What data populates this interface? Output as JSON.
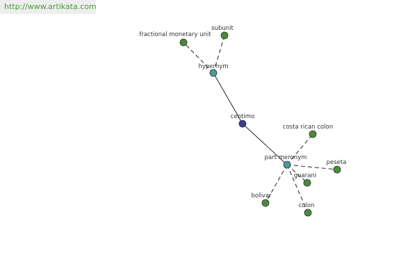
{
  "watermark": "http://www.artikata.com",
  "colors": {
    "center": "#3d3d8f",
    "relation": "#4a9a9a",
    "leaf": "#4a8a3a"
  },
  "nodes": [
    {
      "id": "centimo",
      "label": "centimo",
      "kind": "center"
    },
    {
      "id": "hypernym",
      "label": "hypernym",
      "kind": "relation"
    },
    {
      "id": "part-meronym",
      "label": "part meronym",
      "kind": "relation"
    },
    {
      "id": "fractional-monetary-unit",
      "label": "fractional monetary unit",
      "kind": "leaf"
    },
    {
      "id": "subunit",
      "label": "subunit",
      "kind": "leaf"
    },
    {
      "id": "costa-rican-colon",
      "label": "costa rican colon",
      "kind": "leaf"
    },
    {
      "id": "peseta",
      "label": "peseta",
      "kind": "leaf"
    },
    {
      "id": "guarani",
      "label": "guarani",
      "kind": "leaf"
    },
    {
      "id": "bolivar",
      "label": "bolivar",
      "kind": "leaf"
    },
    {
      "id": "colon",
      "label": "colon",
      "kind": "leaf"
    }
  ],
  "edges": [
    {
      "from": "centimo",
      "to": "hypernym",
      "style": "solid"
    },
    {
      "from": "centimo",
      "to": "part-meronym",
      "style": "solid"
    },
    {
      "from": "hypernym",
      "to": "fractional-monetary-unit",
      "style": "dashed"
    },
    {
      "from": "hypernym",
      "to": "subunit",
      "style": "dashed"
    },
    {
      "from": "part-meronym",
      "to": "costa-rican-colon",
      "style": "dashed"
    },
    {
      "from": "part-meronym",
      "to": "peseta",
      "style": "dashed"
    },
    {
      "from": "part-meronym",
      "to": "guarani",
      "style": "dashed"
    },
    {
      "from": "part-meronym",
      "to": "bolivar",
      "style": "dashed"
    },
    {
      "from": "part-meronym",
      "to": "colon",
      "style": "dashed"
    }
  ]
}
